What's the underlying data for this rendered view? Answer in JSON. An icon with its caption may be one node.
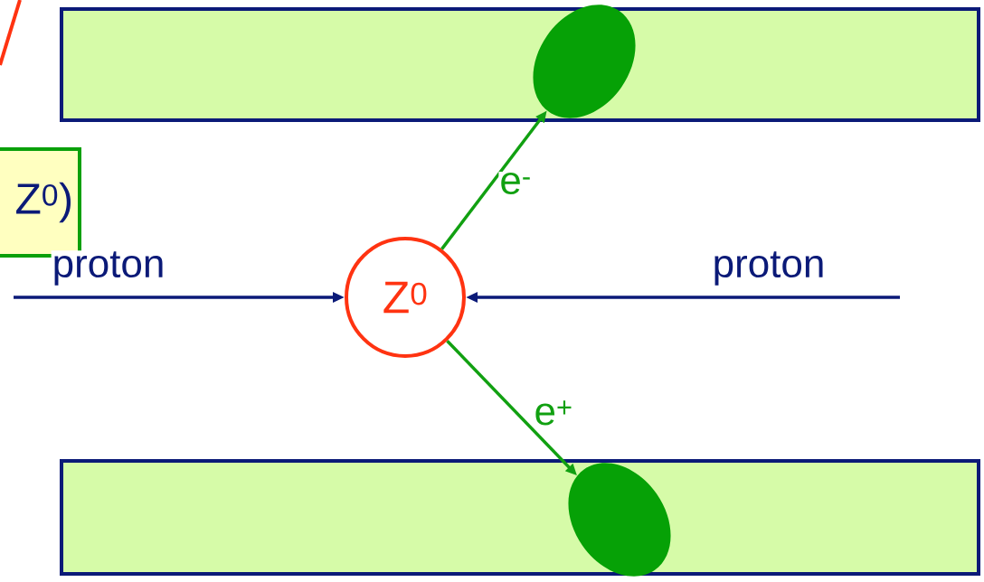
{
  "diagram": {
    "nodes": [
      {
        "text": [],
        "shape": "box"
      },
      {
        "text": [],
        "shape": "box"
      },
      {
        "text": [],
        "shape": "ellipse",
        "in": 0
      },
      {
        "text": [],
        "shape": "ellipse",
        "in": 1
      },
      {
        "text": [
          "Z$^{0}$"
        ]
      },
      {
        "text": [
          "Z$^{0}$)"
        ]
      }
    ],
    "edges": [
      {
        "from": null,
        "to": 4,
        "arrow": "to",
        "label": "proton",
        "color": "#0b1a78"
      },
      {
        "from": null,
        "to": 4,
        "arrow": "to",
        "label": "proton",
        "color": "#0b1a78"
      },
      {
        "from": 4,
        "to": 2,
        "arrow": "to",
        "label": "e$^{-}$",
        "color": "#11a011"
      },
      {
        "from": 4,
        "to": 3,
        "arrow": "to",
        "label": "e$^{+}$",
        "color": "#11a011"
      }
    ]
  }
}
